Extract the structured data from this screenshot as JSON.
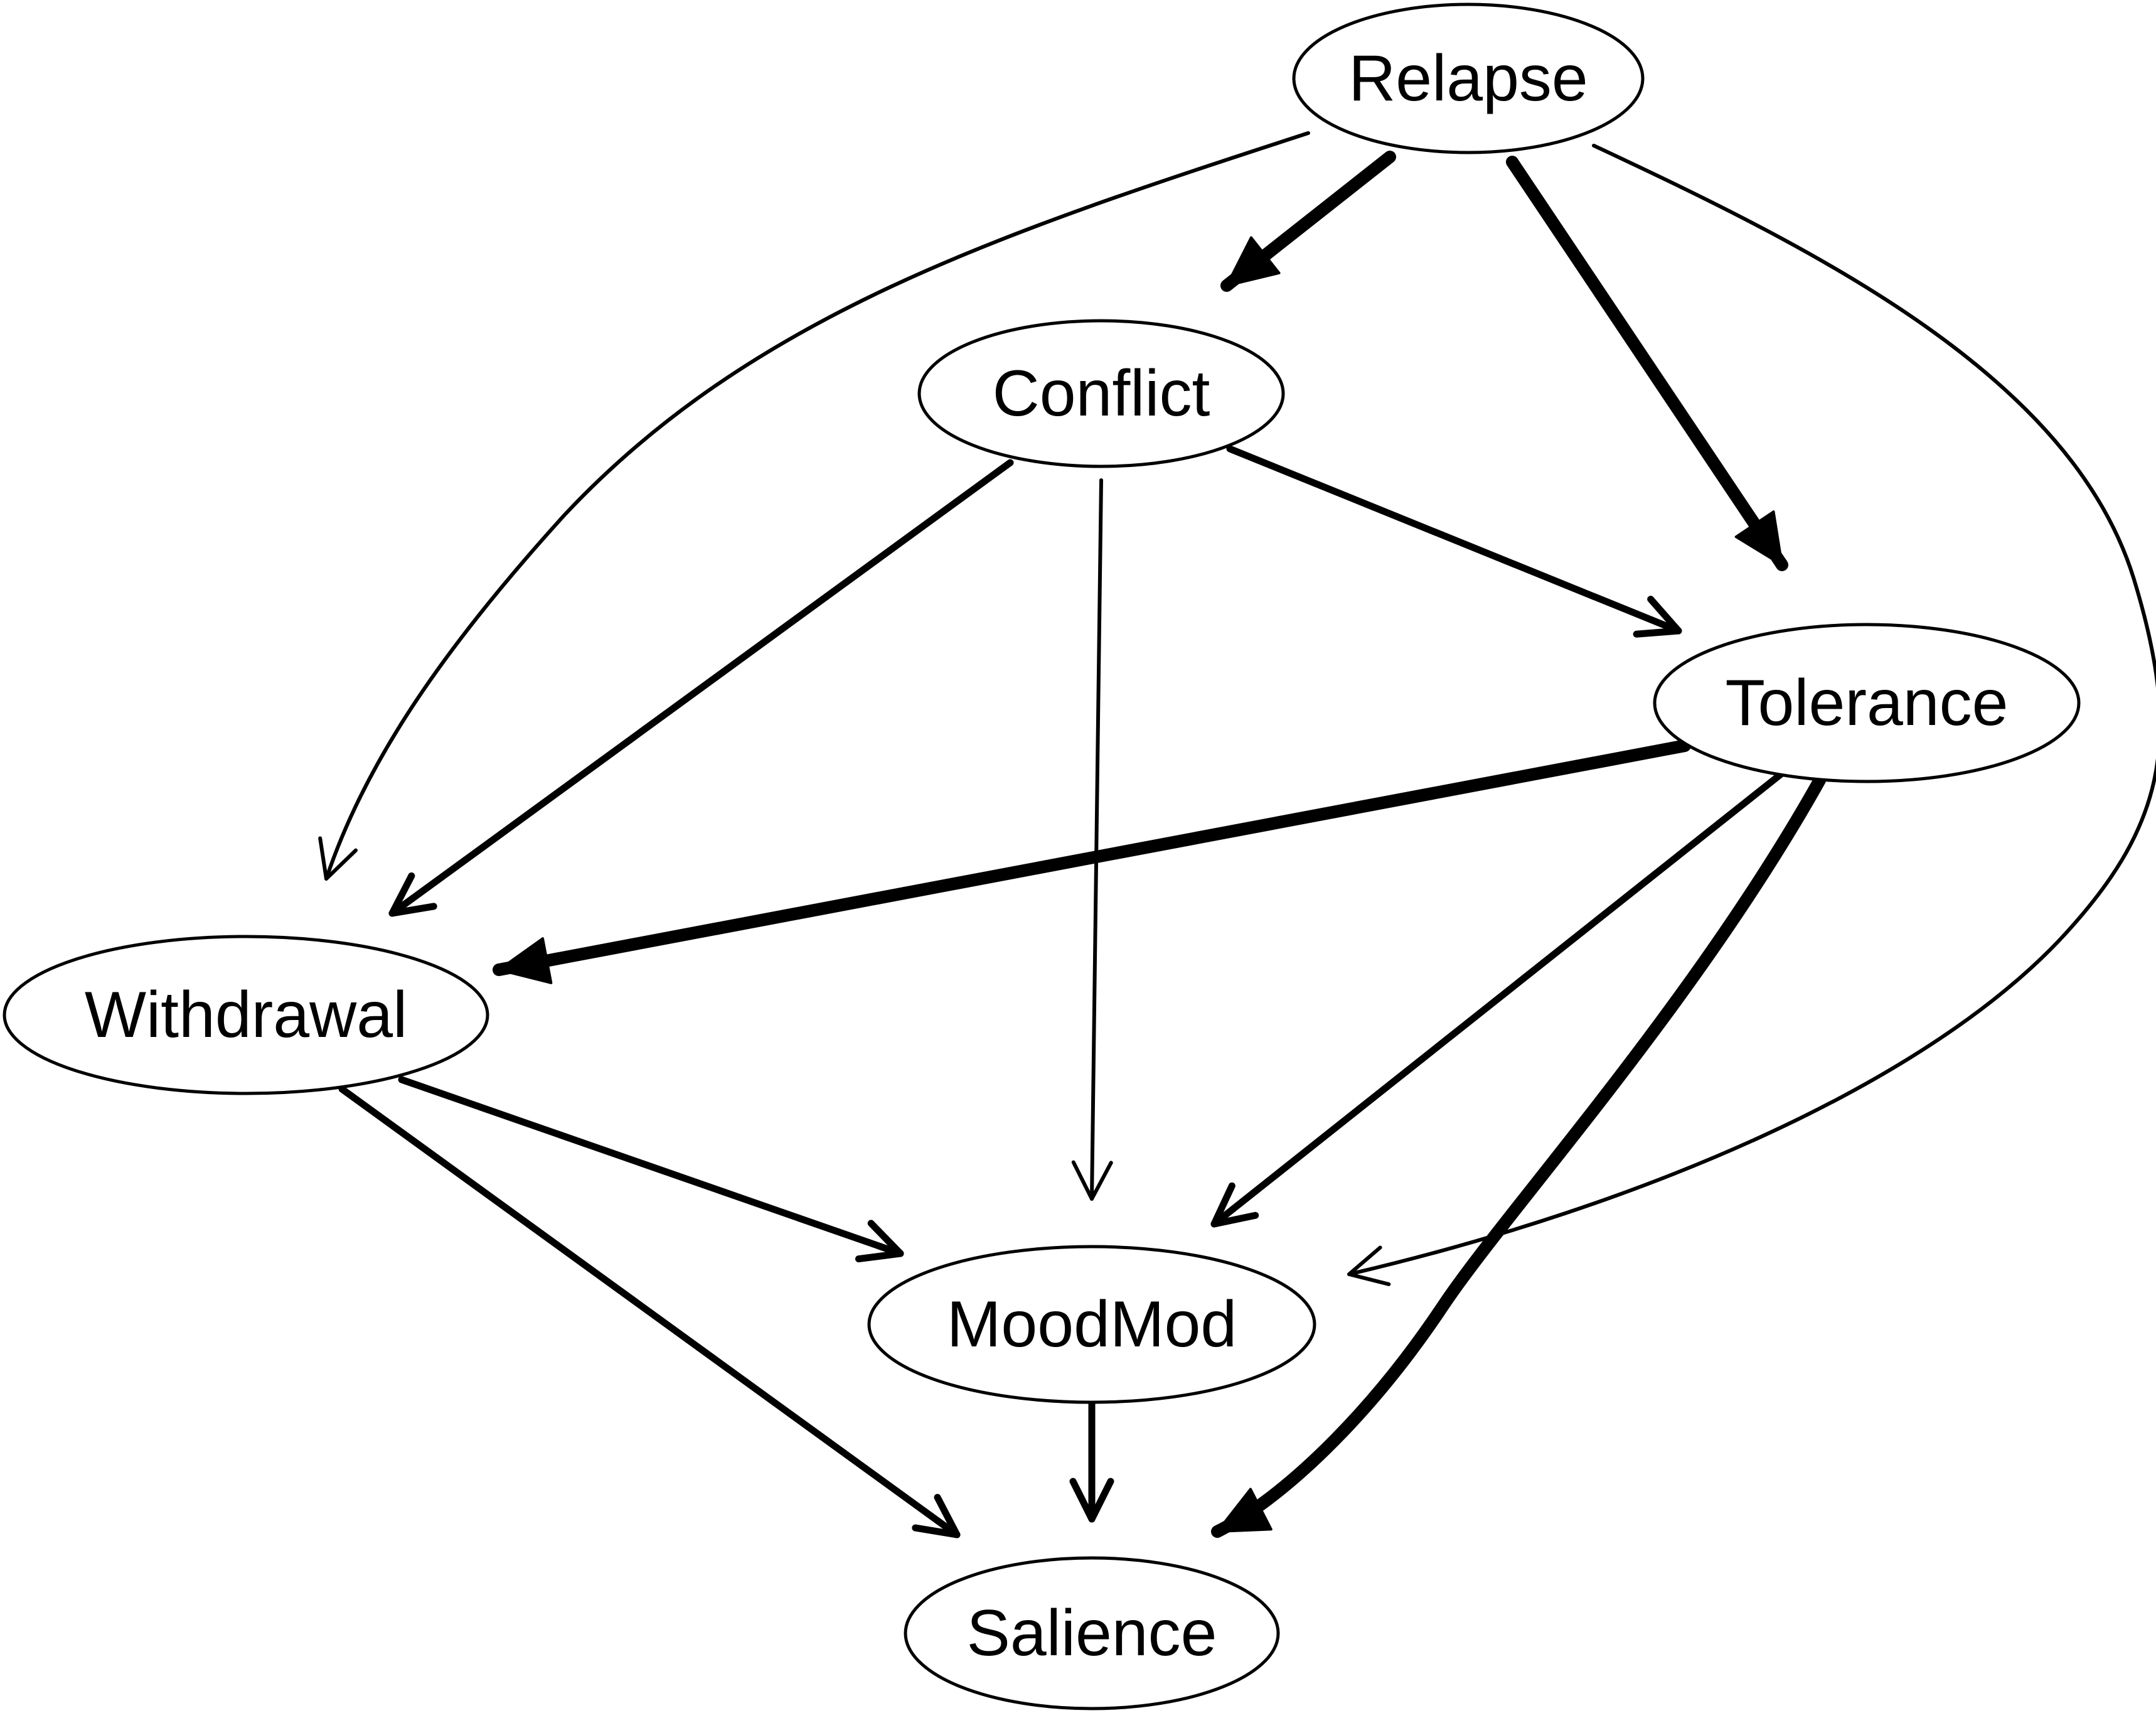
{
  "colors": {
    "background": "#ffffff",
    "ink": "#000000"
  },
  "nodes": [
    {
      "id": "relapse",
      "label": "Relapse"
    },
    {
      "id": "conflict",
      "label": "Conflict"
    },
    {
      "id": "tolerance",
      "label": "Tolerance"
    },
    {
      "id": "withdrawal",
      "label": "Withdrawal"
    },
    {
      "id": "moodmod",
      "label": "MoodMod"
    },
    {
      "id": "salience",
      "label": "Salience"
    }
  ],
  "edges": [
    {
      "from": "relapse",
      "to": "conflict",
      "weight": "strong"
    },
    {
      "from": "relapse",
      "to": "tolerance",
      "weight": "strong"
    },
    {
      "from": "relapse",
      "to": "withdrawal",
      "weight": "weak"
    },
    {
      "from": "relapse",
      "to": "moodmod",
      "weight": "weak"
    },
    {
      "from": "conflict",
      "to": "tolerance",
      "weight": "medium"
    },
    {
      "from": "conflict",
      "to": "withdrawal",
      "weight": "medium"
    },
    {
      "from": "conflict",
      "to": "moodmod",
      "weight": "weak"
    },
    {
      "from": "tolerance",
      "to": "withdrawal",
      "weight": "strong"
    },
    {
      "from": "tolerance",
      "to": "moodmod",
      "weight": "medium"
    },
    {
      "from": "tolerance",
      "to": "salience",
      "weight": "strong"
    },
    {
      "from": "withdrawal",
      "to": "moodmod",
      "weight": "medium"
    },
    {
      "from": "withdrawal",
      "to": "salience",
      "weight": "medium"
    },
    {
      "from": "moodmod",
      "to": "salience",
      "weight": "medium"
    }
  ]
}
